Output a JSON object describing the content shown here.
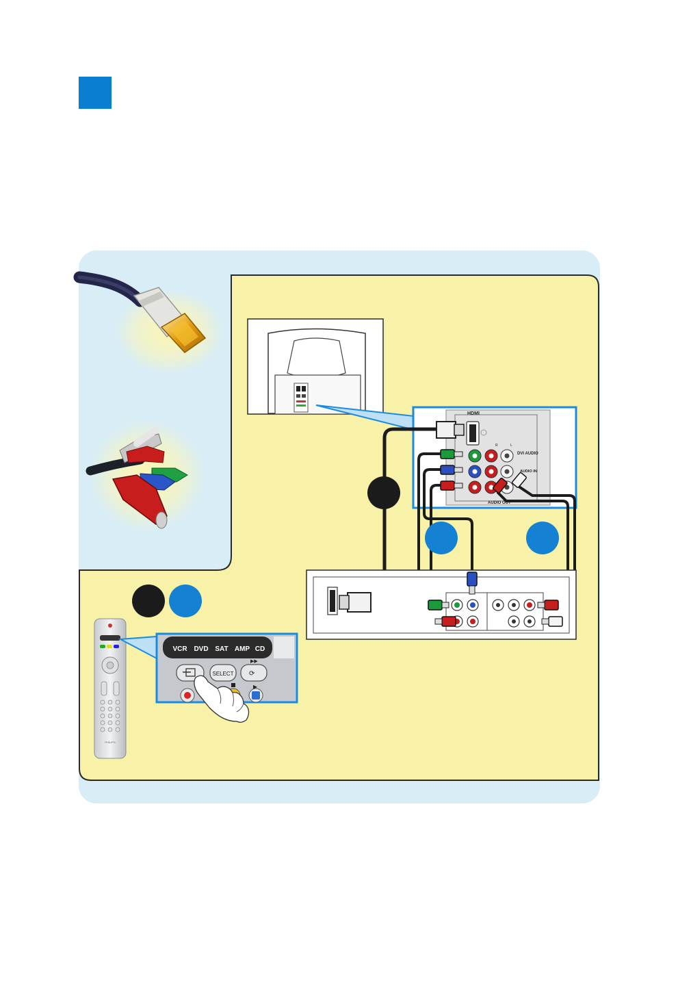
{
  "colors": {
    "step_square": "#0a7fd0",
    "panel_bg": "#d8edf6",
    "area_bg": "#f8f1a8",
    "area_border": "#2a2a2a",
    "marker_black": "#1b1b1b",
    "marker_blue": "#1581d2",
    "callout_blue": "#1a8be0",
    "cable_black": "#1c1c1c",
    "rca_green": "#1a9a3a",
    "rca_blue": "#2a4fc0",
    "rca_red": "#c81d1d",
    "rca_white": "#f0f0f0"
  },
  "tv_panel": {
    "hdmi_label": "HDMI",
    "dvi_audio_label": "DVI AUDIO",
    "audio_in_label": "AUDIO IN",
    "audio_out_label": "AUDIO OUT",
    "r_label": "R",
    "l_label": "L"
  },
  "remote": {
    "sources": [
      "VCR",
      "DVD",
      "SAT",
      "AMP",
      "CD"
    ],
    "select_label": "SELECT",
    "brand": "PHILIPS"
  },
  "icons": {
    "hdmi_cable": "hdmi-cable-photo",
    "component_cable": "component-rca-cable-photo",
    "pointing_hand": "pointing-hand-icon"
  }
}
